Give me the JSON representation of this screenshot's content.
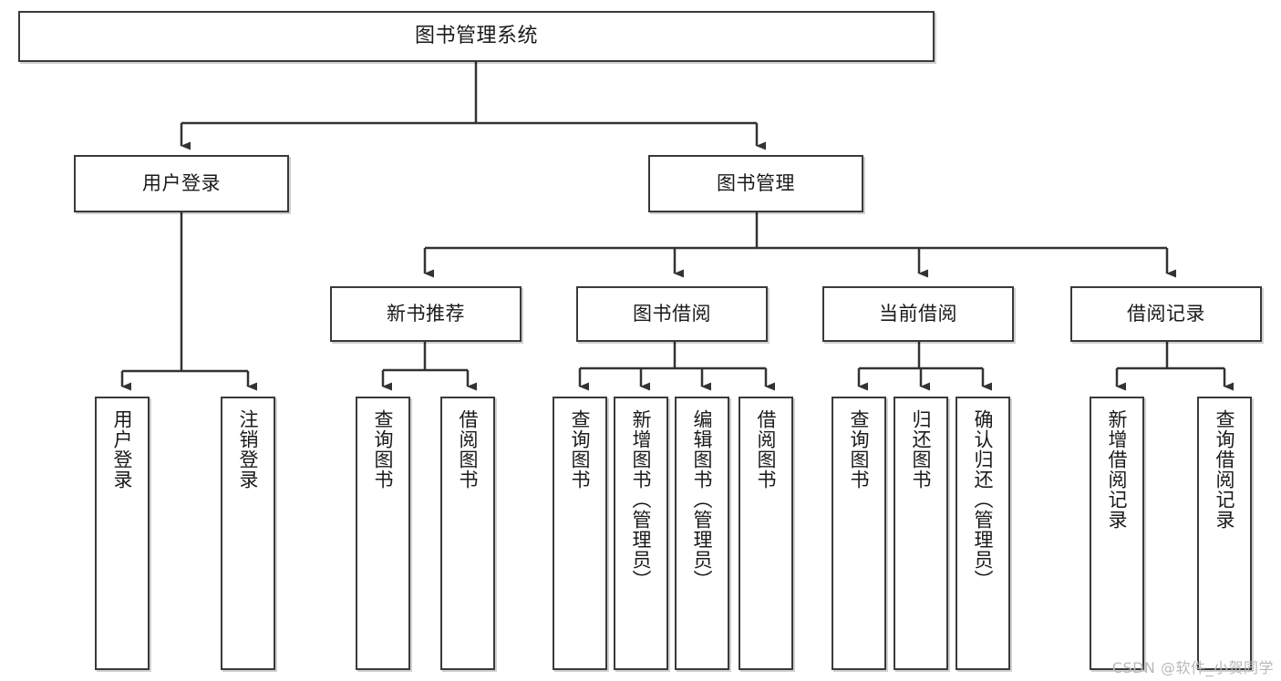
{
  "diagram": {
    "type": "tree-hierarchy",
    "title": "图书管理系统",
    "watermark": "CSDN @软件_小贺同学",
    "colors": {
      "box_border": "#3a3a3a",
      "box_fill": "#ffffff",
      "edge": "#333333",
      "text": "#1a1a1a",
      "watermark": "#b9b9b9",
      "background": "#ffffff"
    },
    "nodes": {
      "root": {
        "label": "图书管理系统"
      },
      "level2": [
        {
          "label": "用户登录"
        },
        {
          "label": "图书管理"
        }
      ],
      "level3": [
        {
          "label": "新书推荐"
        },
        {
          "label": "图书借阅"
        },
        {
          "label": "当前借阅"
        },
        {
          "label": "借阅记录"
        }
      ],
      "leaves": {
        "user_login": [
          {
            "label": "用户登录"
          },
          {
            "label": "注销登录"
          }
        ],
        "new_book_recommend": [
          {
            "label": "查询图书"
          },
          {
            "label": "借阅图书"
          }
        ],
        "book_borrow": [
          {
            "label": "查询图书"
          },
          {
            "label": "新增图书（管理员）"
          },
          {
            "label": "编辑图书（管理员）"
          },
          {
            "label": "借阅图书"
          }
        ],
        "current_borrow": [
          {
            "label": "查询图书"
          },
          {
            "label": "归还图书"
          },
          {
            "label": "确认归还（管理员）"
          }
        ],
        "borrow_record": [
          {
            "label": "新增借阅记录"
          },
          {
            "label": "查询借阅记录"
          }
        ]
      }
    }
  }
}
